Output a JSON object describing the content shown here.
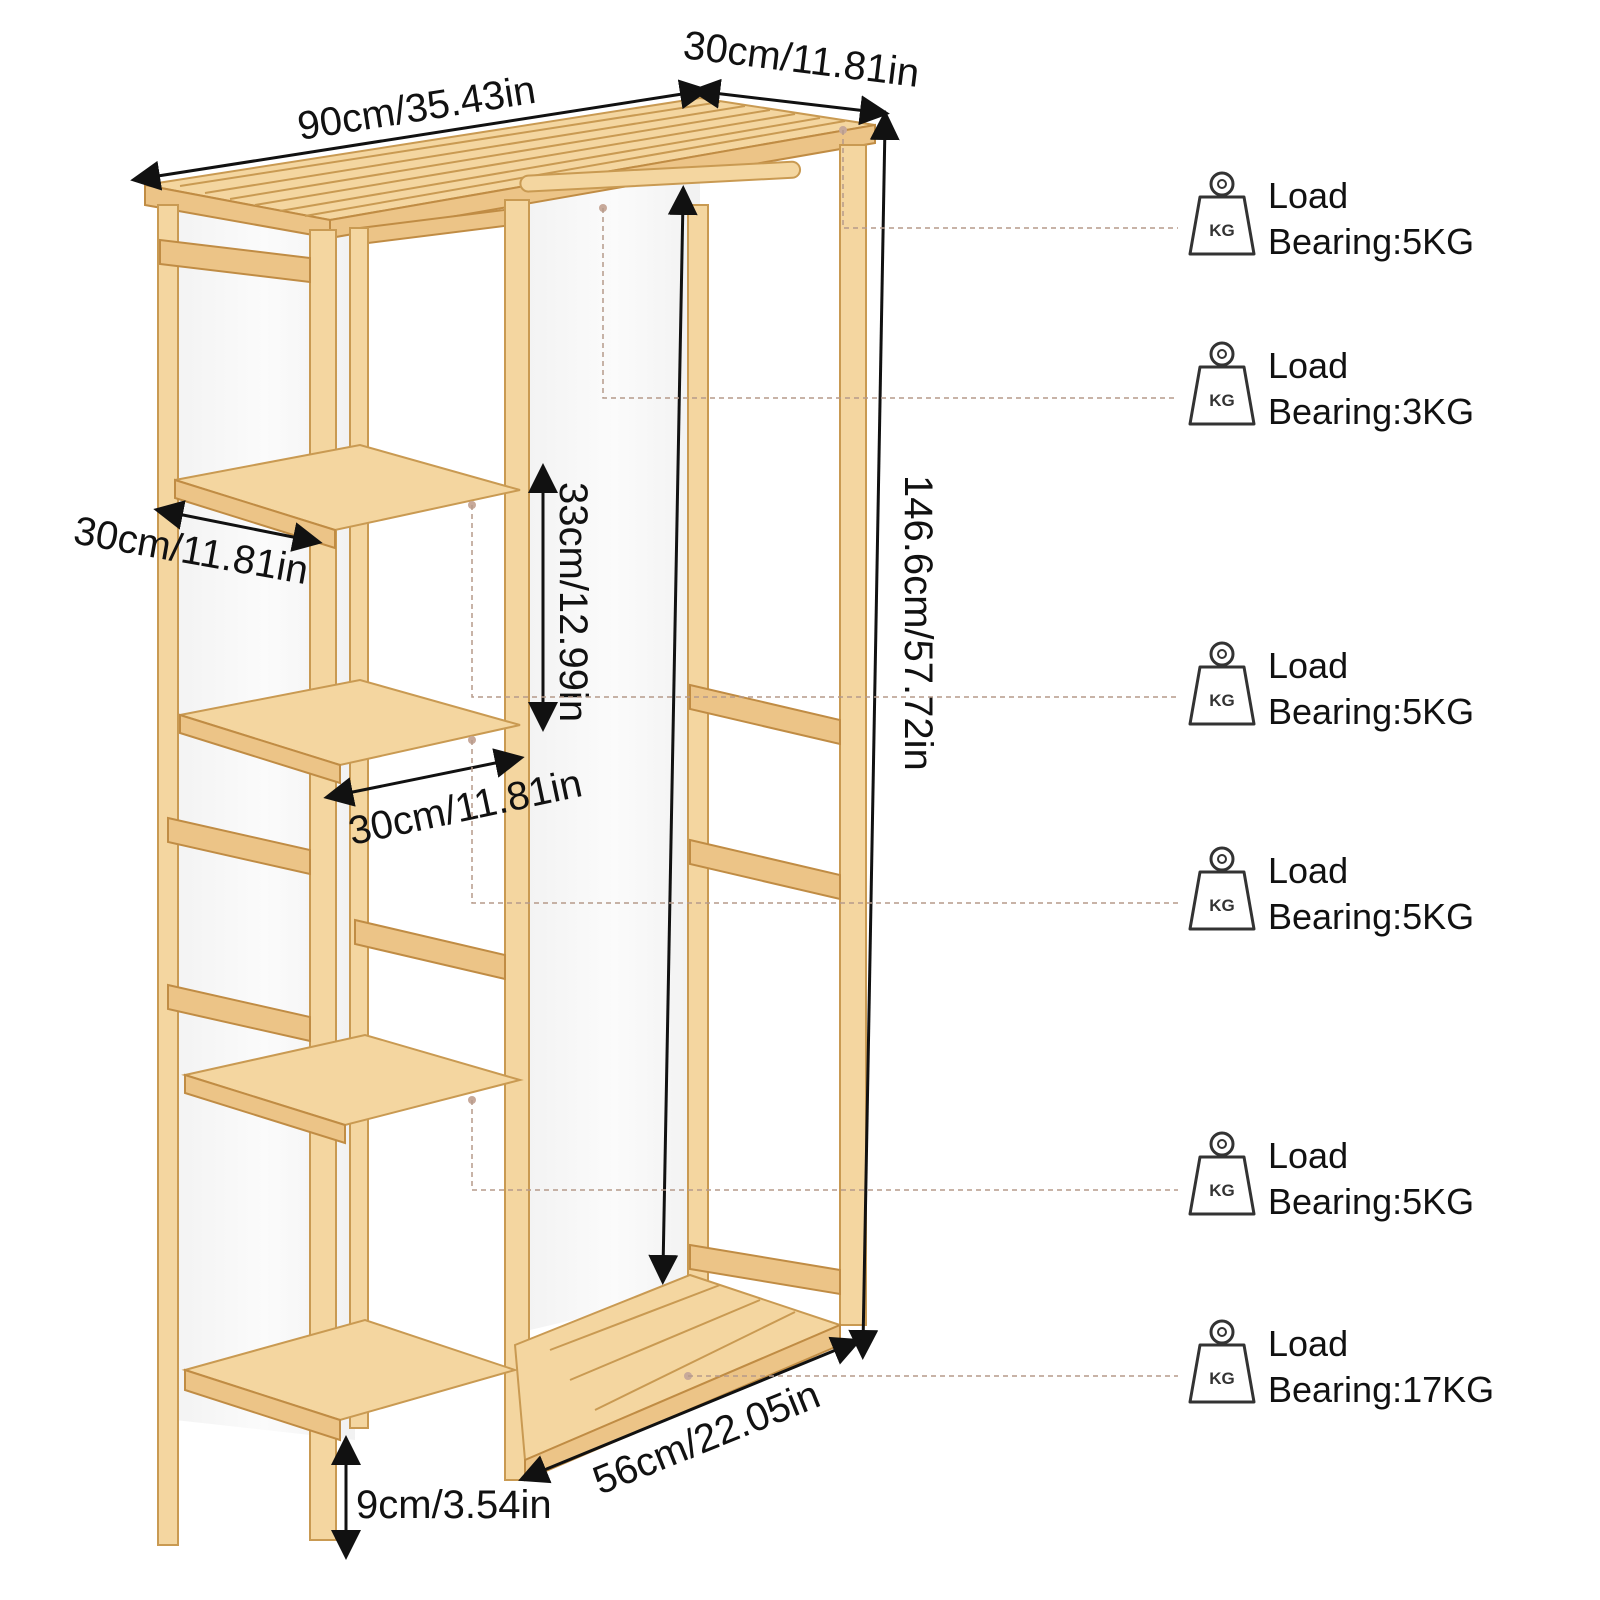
{
  "dimensions": {
    "top_width": "90cm/35.43in",
    "top_depth": "30cm/11.81in",
    "height": "146.6cm/57.72in",
    "shelf_gap": "33cm/12.99in",
    "left_shelf_depth": "30cm/11.81in",
    "shelf_width": "30cm/11.81in",
    "bottom_width": "56cm/22.05in",
    "foot_height": "9cm/3.54in"
  },
  "icons": {
    "weight": "kg-weight-icon",
    "weight_text": "KG"
  },
  "load_labels": [
    {
      "line1": "Load",
      "line2": "Bearing:5KG"
    },
    {
      "line1": "Load",
      "line2": "Bearing:3KG"
    },
    {
      "line1": "Load",
      "line2": "Bearing:5KG"
    },
    {
      "line1": "Load",
      "line2": "Bearing:5KG"
    },
    {
      "line1": "Load",
      "line2": "Bearing:5KG"
    },
    {
      "line1": "Load",
      "line2": "Bearing:17KG"
    }
  ],
  "colors": {
    "wood": "#f4d6a0",
    "wood_edge": "#c99a52",
    "text": "#111111",
    "leader": "#b59a8a"
  }
}
